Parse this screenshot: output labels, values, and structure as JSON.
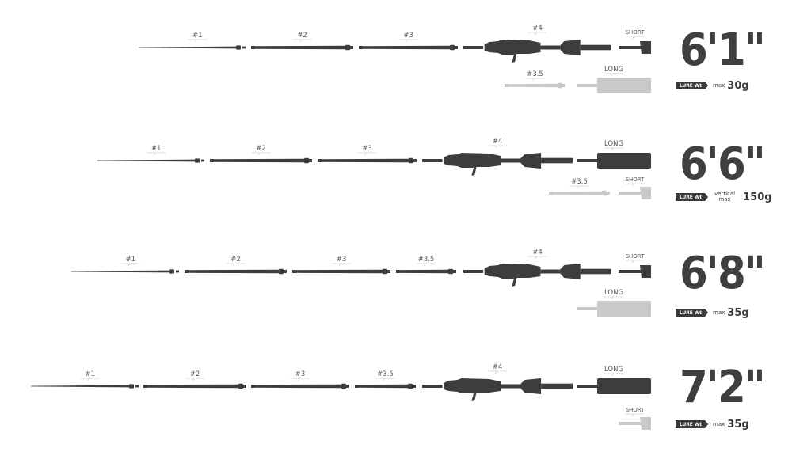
{
  "colors": {
    "dark": "#3d3d3d",
    "light": "#c9c9c9",
    "label": "#555555"
  },
  "badge_text": "LURE Wt",
  "max_text": "max",
  "vertical_text": [
    "vertical",
    "max"
  ],
  "rods": [
    {
      "length": "6'1\"",
      "weight": "30g",
      "vertical": false,
      "sections": [
        {
          "label": "#1",
          "kind": "tip"
        },
        {
          "label": "#2",
          "kind": "mid"
        },
        {
          "label": "#3",
          "kind": "mid"
        },
        {
          "label": "#4",
          "kind": "handle"
        },
        {
          "label": "SHORT",
          "kind": "short"
        }
      ],
      "options": [
        {
          "label": "#3.5",
          "kind": "mid"
        },
        {
          "label": "LONG",
          "kind": "long"
        }
      ]
    },
    {
      "length": "6'6\"",
      "weight": "150g",
      "vertical": true,
      "sections": [
        {
          "label": "#1",
          "kind": "tip"
        },
        {
          "label": "#2",
          "kind": "mid"
        },
        {
          "label": "#3",
          "kind": "mid"
        },
        {
          "label": "#4",
          "kind": "handle"
        },
        {
          "label": "LONG",
          "kind": "long"
        }
      ],
      "options": [
        {
          "label": "#3.5",
          "kind": "mid"
        },
        {
          "label": "SHORT",
          "kind": "short"
        }
      ]
    },
    {
      "length": "6'8\"",
      "weight": "35g",
      "vertical": false,
      "sections": [
        {
          "label": "#1",
          "kind": "tip"
        },
        {
          "label": "#2",
          "kind": "mid"
        },
        {
          "label": "#3",
          "kind": "mid"
        },
        {
          "label": "#3.5",
          "kind": "mid"
        },
        {
          "label": "#4",
          "kind": "handle"
        },
        {
          "label": "SHORT",
          "kind": "short"
        }
      ],
      "options": [
        {
          "label": "LONG",
          "kind": "long"
        }
      ]
    },
    {
      "length": "7'2\"",
      "weight": "35g",
      "vertical": false,
      "sections": [
        {
          "label": "#1",
          "kind": "tip"
        },
        {
          "label": "#2",
          "kind": "mid"
        },
        {
          "label": "#3",
          "kind": "mid"
        },
        {
          "label": "#3.5",
          "kind": "mid"
        },
        {
          "label": "#4",
          "kind": "handle"
        },
        {
          "label": "LONG",
          "kind": "long"
        }
      ],
      "options": [
        {
          "label": "SHORT",
          "kind": "short"
        }
      ]
    }
  ]
}
